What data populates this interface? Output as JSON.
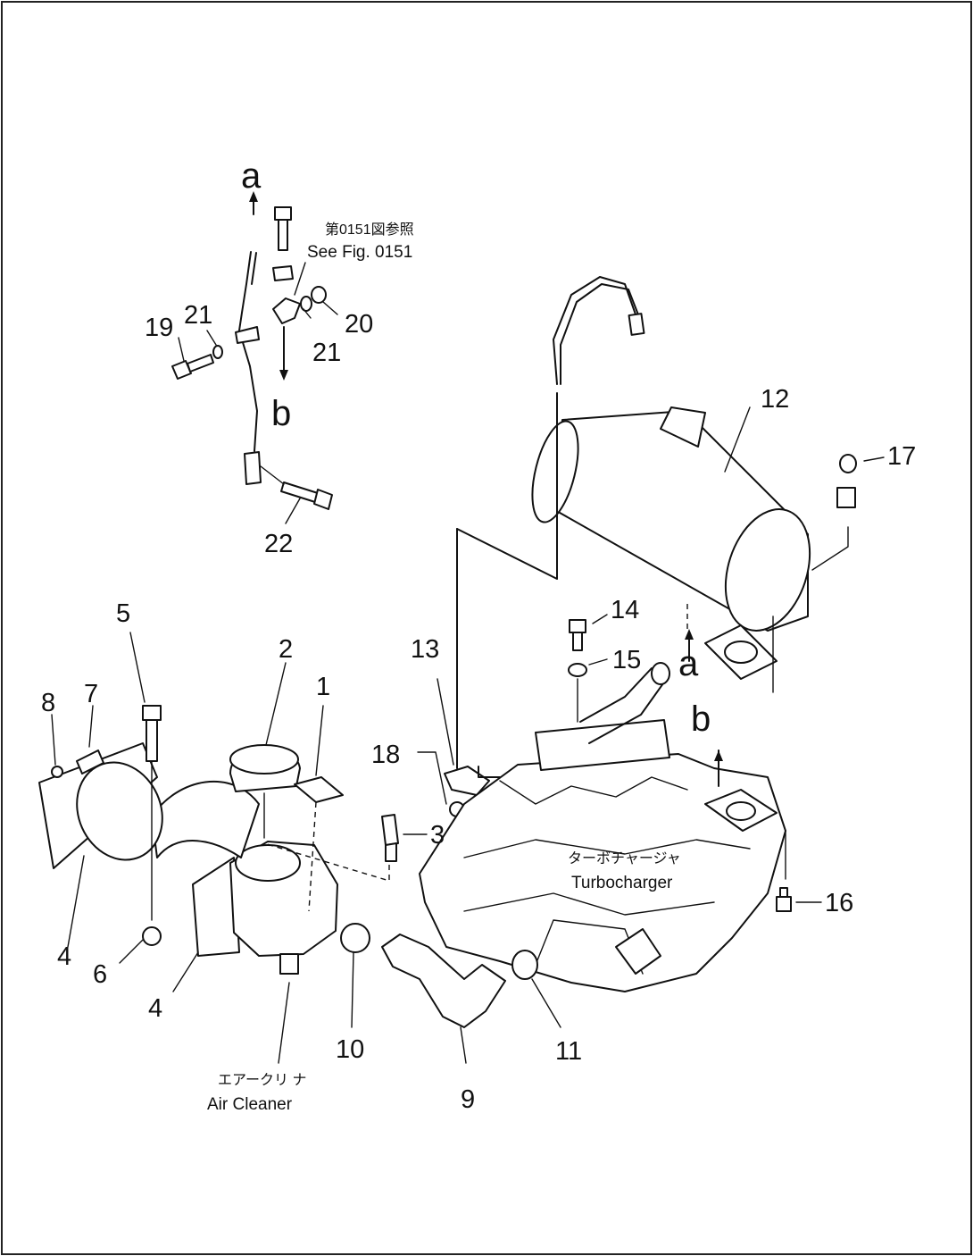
{
  "callouts": {
    "n1": "1",
    "n2": "2",
    "n3": "3",
    "n4a": "4",
    "n4b": "4",
    "n5": "5",
    "n6": "6",
    "n7": "7",
    "n8": "8",
    "n9": "9",
    "n10": "10",
    "n11": "11",
    "n12": "12",
    "n13": "13",
    "n14": "14",
    "n15": "15",
    "n16": "16",
    "n17": "17",
    "n18": "18",
    "n19": "19",
    "n20": "20",
    "n21a": "21",
    "n21b": "21",
    "n22": "22"
  },
  "letters": {
    "a_top": "a",
    "b_top": "b",
    "a_right": "a",
    "b_right": "b"
  },
  "notes": {
    "see_fig_jp": "第0151図参照",
    "see_fig_en": "See Fig. 0151",
    "turbo_jp": "ターボチャージャ",
    "turbo_en": "Turbocharger",
    "air_cleaner_jp": "エアークリ ナ",
    "air_cleaner_en": "Air Cleaner"
  }
}
